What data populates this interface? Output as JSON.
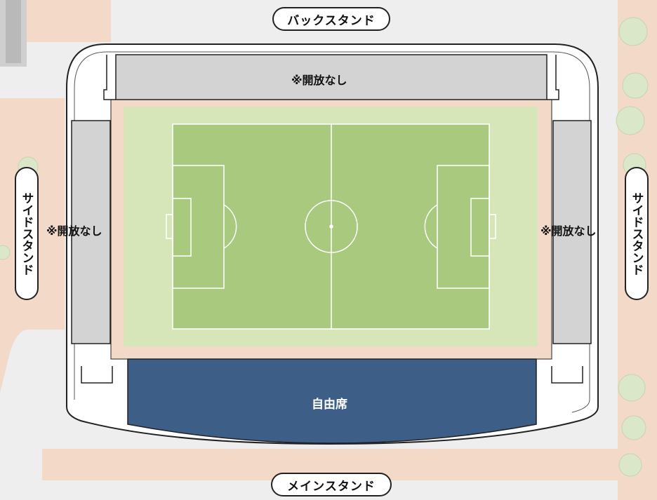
{
  "stands": {
    "back": {
      "name": "バックスタンド",
      "status": "※開放なし"
    },
    "main": {
      "name": "メインスタンド",
      "status": "自由席"
    },
    "side_left": {
      "name": "サイドスタンド",
      "status": "※開放なし"
    },
    "side_right": {
      "name": "サイドスタンド",
      "status": "※開放なし"
    }
  },
  "colors": {
    "background": "#eeeeee",
    "walkway": "#f3d9c7",
    "stand_closed": "#d3d3d3",
    "stand_open": "#3d5f87",
    "pitch_outer": "#d6e6b8",
    "pitch": "#a8c97e",
    "trees": "#dbe7c9"
  }
}
